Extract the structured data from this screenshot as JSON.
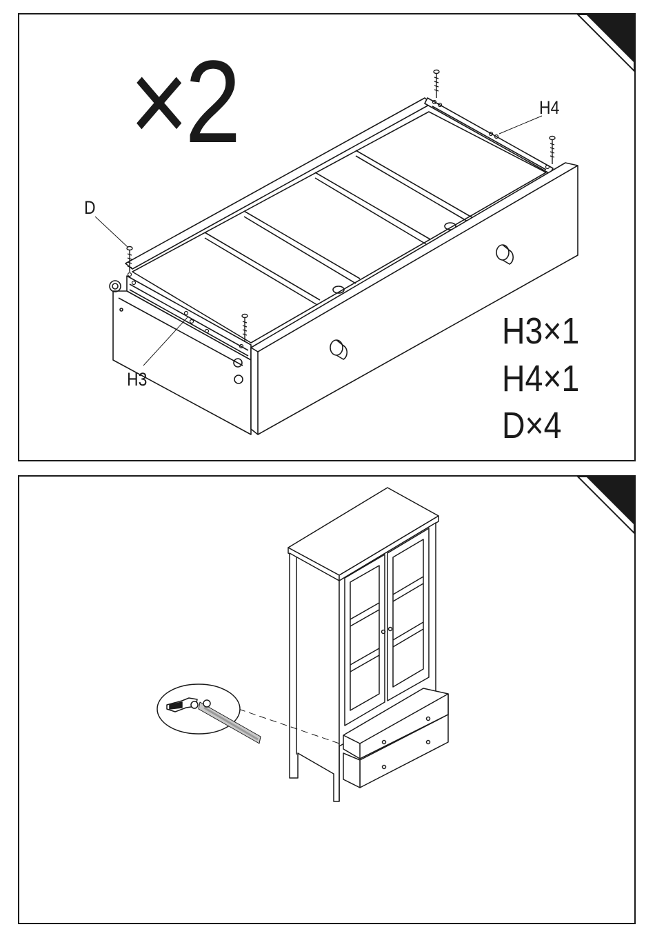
{
  "step_top": {
    "multiplier": "×2",
    "labels": {
      "d": "D",
      "h3": "H3",
      "h4": "H4"
    },
    "parts_list": [
      "H3×1",
      "H4×1",
      "D×4"
    ]
  },
  "step_bottom": {
    "caption": ""
  },
  "icons": {
    "corner": "corner-tab-icon",
    "screw": "screw-icon",
    "magnifier": "detail-magnifier-icon"
  },
  "colors": {
    "ink": "#1a1a1a",
    "paper": "#ffffff",
    "shade": "#9a9a9a"
  }
}
